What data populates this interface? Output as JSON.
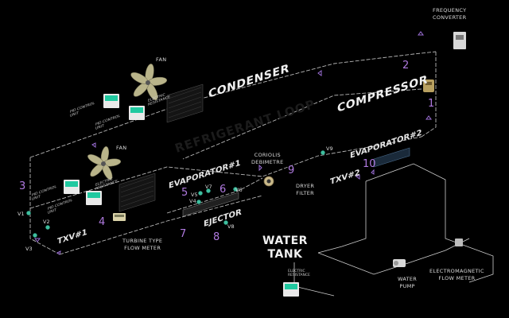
{
  "components": {
    "condenser": "CONDENSER",
    "compressor": "COMPRESSOR",
    "frequency_converter": [
      "FREQUENCY",
      "CONVERTER"
    ],
    "evaporator1": "EVAPORATOR#1",
    "evaporator2": "EVAPORATOR#2",
    "ejector": "EJECTOR",
    "txv1": "TXV#1",
    "txv2": "TXV#2",
    "coriolis": [
      "CORIOLIS",
      "DEBIMETRE"
    ],
    "dryer_filter": [
      "DRYER",
      "FILTER"
    ],
    "turbine_meter": [
      "TURBINE TYPE",
      "FLOW METER"
    ],
    "water_tank": [
      "WATER",
      "TANK"
    ],
    "water_pump": [
      "WATER",
      "PUMP"
    ],
    "em_flow_meter": [
      "ELECTROMAGNETIC",
      "FLOW METER"
    ],
    "fan_top": "FAN",
    "fan_bottom": "FAN",
    "pid_top_1": [
      "PID CONTROL",
      "UNIT"
    ],
    "pid_top_2": [
      "PID CONTROL",
      "UNIT"
    ],
    "pid_bottom_1": [
      "PID CONTROL",
      "UNIT"
    ],
    "pid_bottom_2": [
      "PID CONTROL",
      "UNIT"
    ],
    "electric_resistance_top": [
      "ELECTRIC",
      "RESISTANCE"
    ],
    "electric_resistance_bottom": [
      "ELECTRIC",
      "RESISTANCE"
    ],
    "electric_resistance_tank": [
      "ELECTRIC",
      "RESISTANCE"
    ],
    "refrigerant_loop": "REFRIGERANT LOOP"
  },
  "valves": [
    "V1",
    "V2",
    "V3",
    "V4",
    "V5",
    "V6",
    "V7",
    "V8",
    "V9"
  ],
  "state_points": [
    "1",
    "2",
    "3",
    "4",
    "5",
    "6",
    "7",
    "8",
    "9",
    "10"
  ],
  "colors": {
    "background": "#000000",
    "pipe": "#b8b8b8",
    "state_point": "#b07ae0",
    "valve": "#3fbf9f",
    "screen": "#20c9a0",
    "text": "#e8e8e8"
  }
}
